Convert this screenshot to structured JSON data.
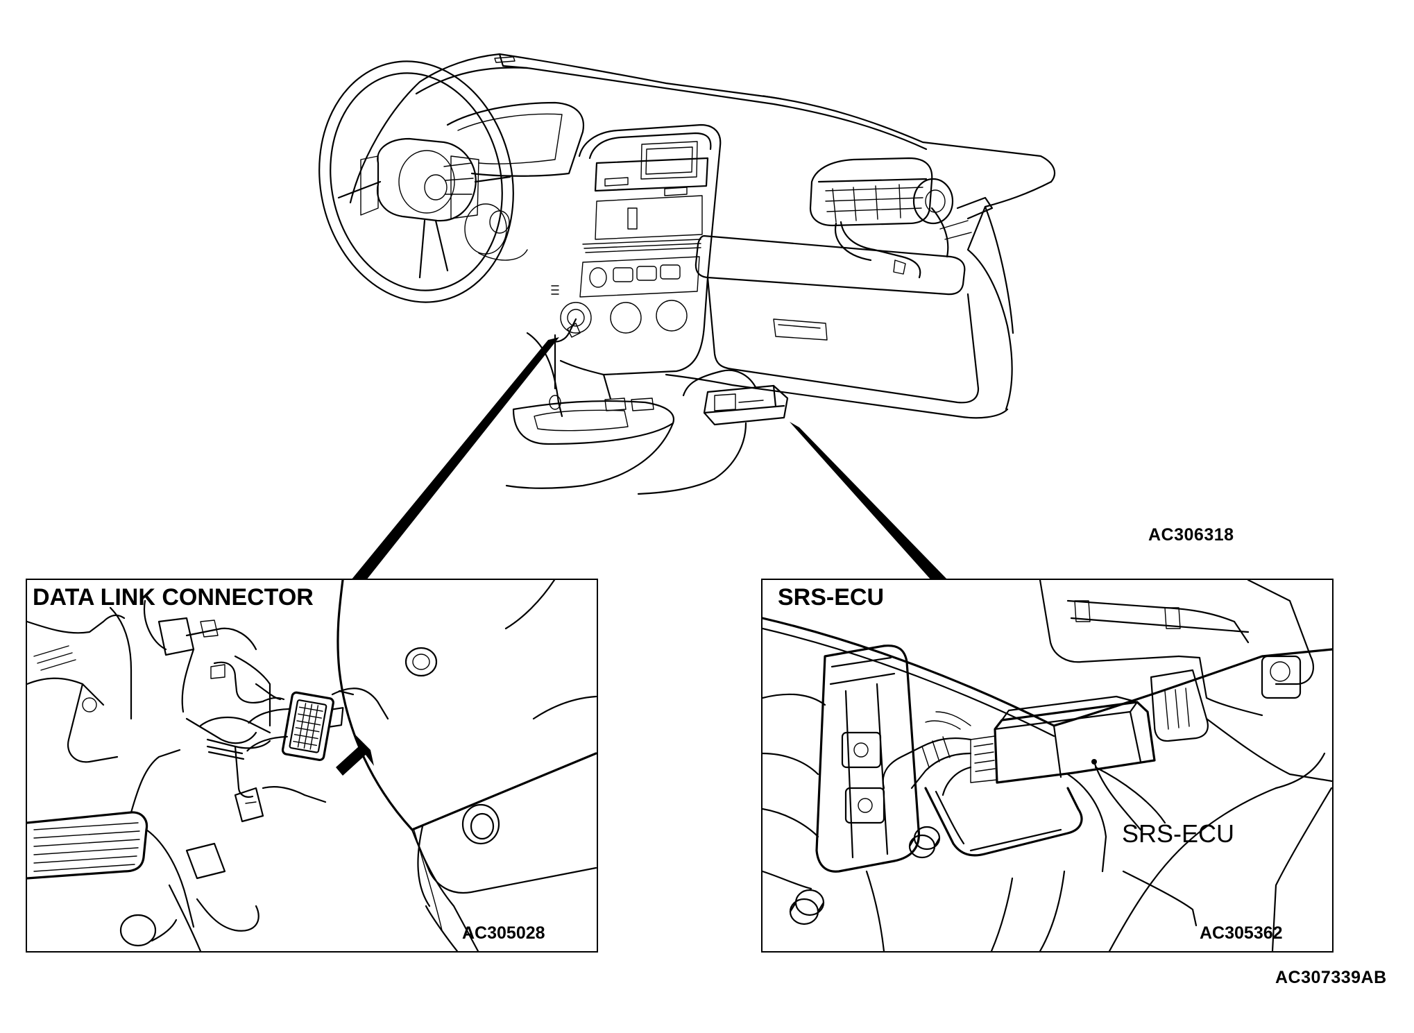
{
  "main_figure": {
    "code": "AC306318"
  },
  "left_panel": {
    "title": "DATA LINK CONNECTOR",
    "code": "AC305028"
  },
  "right_panel": {
    "title": "SRS-ECU",
    "callout": "SRS-ECU",
    "code": "AC305362"
  },
  "figure_code": "AC307339AB"
}
